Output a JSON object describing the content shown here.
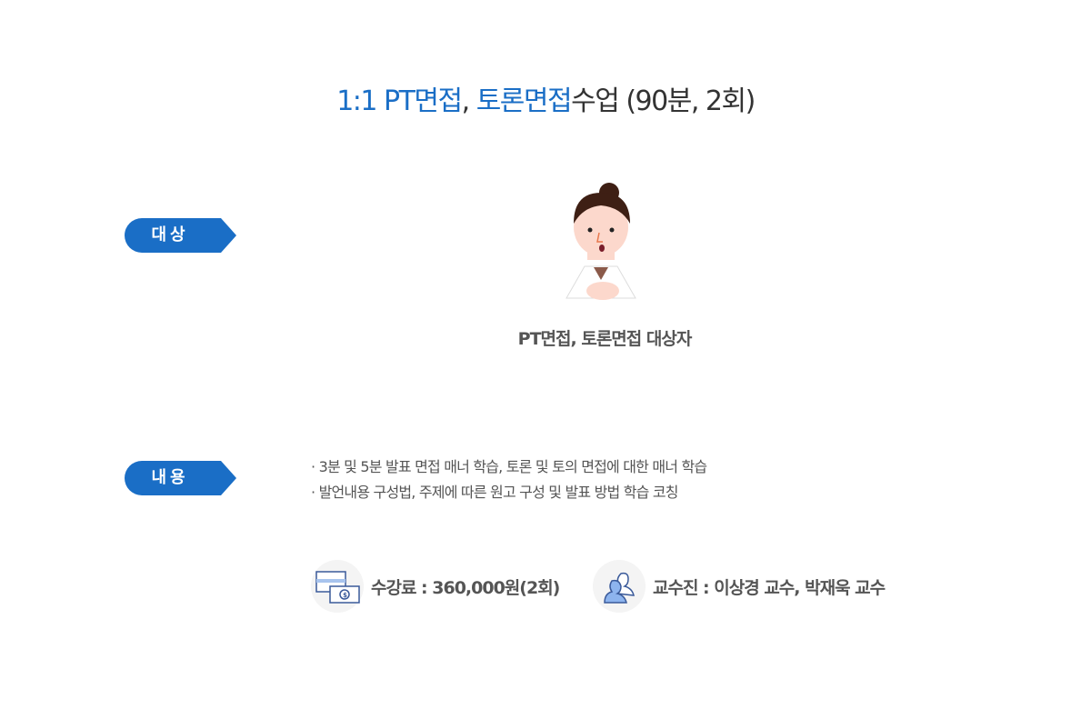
{
  "title": {
    "part1": "1:1 PT면접",
    "comma": ", ",
    "part2": "토론면접",
    "part3": "수업 (90분, 2회)"
  },
  "target": {
    "badge": "대상",
    "label": "PT면접, 토론면접 대상자"
  },
  "content": {
    "badge": "내용",
    "items": [
      "· 3분 및 5분 발표 면접 매너 학습, 토론 및 토의 면접에 대한 매너 학습",
      "· 발언내용 구성법, 주제에 따른 원고 구성 및 발표 방법 학습 코칭"
    ]
  },
  "fee": {
    "label": "수강료 : 360,000원(2회)"
  },
  "faculty": {
    "label": "교수진 : 이상경 교수, 박재욱 교수"
  },
  "colors": {
    "accent": "#1a6ec6",
    "text": "#444444"
  }
}
